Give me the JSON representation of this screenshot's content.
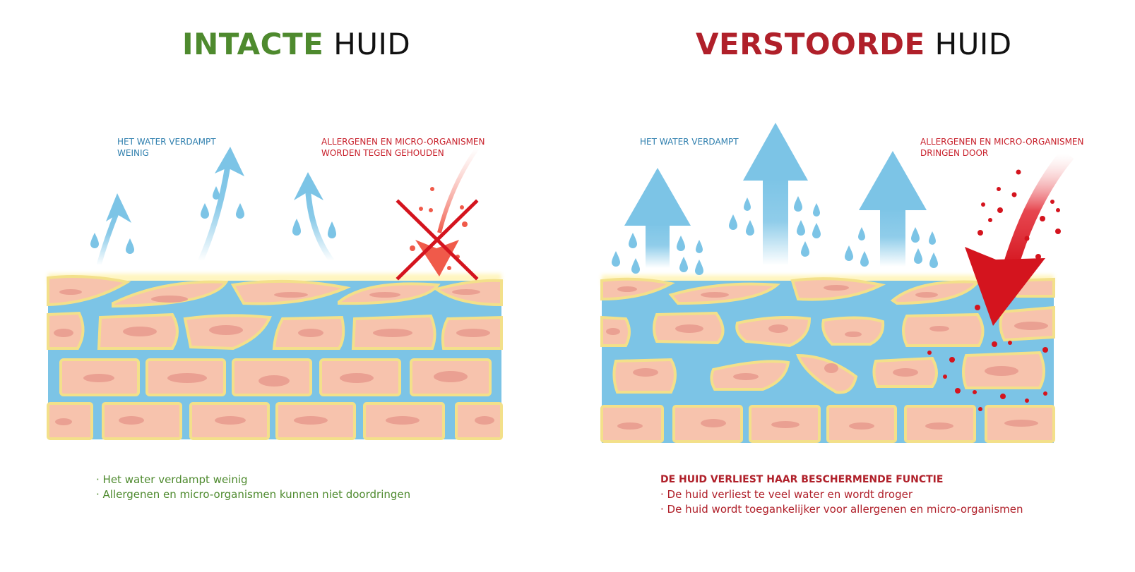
{
  "left": {
    "title_strong": "INTACTE",
    "title_rest": " HUID",
    "label_water": [
      "HET WATER VERDAMPT",
      "WEINIG"
    ],
    "label_allergens": [
      "ALLERGENEN EN MICRO-ORGANISMEN",
      "WORDEN TEGEN GEHOUDEN"
    ],
    "notes": [
      "· Het water verdampt weinig",
      "· Allergenen en micro-organismen kunnen niet doordringen"
    ]
  },
  "right": {
    "title_strong": "VERSTOORDE",
    "title_rest": " HUID",
    "label_water": [
      "HET WATER VERDAMPT"
    ],
    "label_allergens": [
      "ALLERGENEN EN MICRO-ORGANISMEN",
      "DRINGEN DOOR"
    ],
    "notes_heading": "DE HUID VERLIEST HAAR BESCHERMENDE FUNCTIE",
    "notes": [
      "· De huid verliest te veel water en wordt droger",
      "· De huid wordt toegankelijker voor allergenen en micro-organismen"
    ]
  },
  "colors": {
    "intact_green": "#4e8a2e",
    "disturbed_red": "#b0202a",
    "water_blue": "#7cc4e6",
    "cell_pink": "#f7c3ad",
    "cell_border": "#f3e08a",
    "nucleus": "#eaa092",
    "allergen_red": "#d4141e"
  },
  "icons": [
    "water-evaporation-arrow-icon",
    "water-drop-icon",
    "cross-block-icon",
    "allergen-arrow-icon",
    "allergen-particle-icon"
  ]
}
